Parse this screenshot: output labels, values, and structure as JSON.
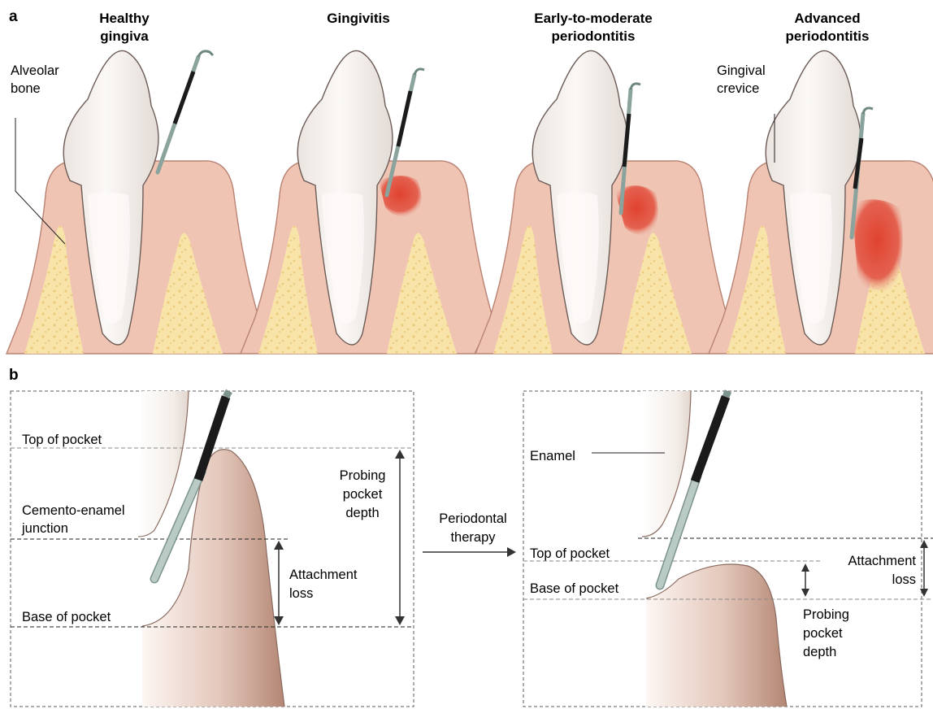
{
  "panel_a": {
    "letter": "a",
    "stages": [
      {
        "title_line1": "Healthy",
        "title_line2": "gingiva"
      },
      {
        "title_line1": "",
        "title_line2": "Gingivitis"
      },
      {
        "title_line1": "Early-to-moderate",
        "title_line2": "periodontitis"
      },
      {
        "title_line1": "Advanced",
        "title_line2": "periodontitis"
      }
    ],
    "callouts": {
      "alveolar_bone_line1": "Alveolar",
      "alveolar_bone_line2": "bone",
      "gingival_crevice_line1": "Gingival",
      "gingival_crevice_line2": "crevice"
    }
  },
  "panel_b": {
    "letter": "b",
    "left": {
      "top_of_pocket": "Top of pocket",
      "cej_line1": "Cemento-enamel",
      "cej_line2": "junction",
      "base_of_pocket": "Base of pocket",
      "attachment_loss_line1": "Attachment",
      "attachment_loss_line2": "loss",
      "probing_line1": "Probing",
      "probing_line2": "pocket",
      "probing_line3": "depth"
    },
    "therapy_line1": "Periodontal",
    "therapy_line2": "therapy",
    "right": {
      "enamel": "Enamel",
      "top_of_pocket": "Top of pocket",
      "base_of_pocket": "Base of pocket",
      "attachment_loss_line1": "Attachment",
      "attachment_loss_line2": "loss",
      "probing_line1": "Probing",
      "probing_line2": "pocket",
      "probing_line3": "depth"
    }
  },
  "colors": {
    "gum": "#efc4b3",
    "gum_edge": "#c48d7d",
    "bone": "#f8e2a6",
    "tooth": "#f3eeea",
    "inflamed": "#dd4b3a",
    "probe_tip": "#b9cbc4",
    "probe_band": "#1b1b1b"
  }
}
